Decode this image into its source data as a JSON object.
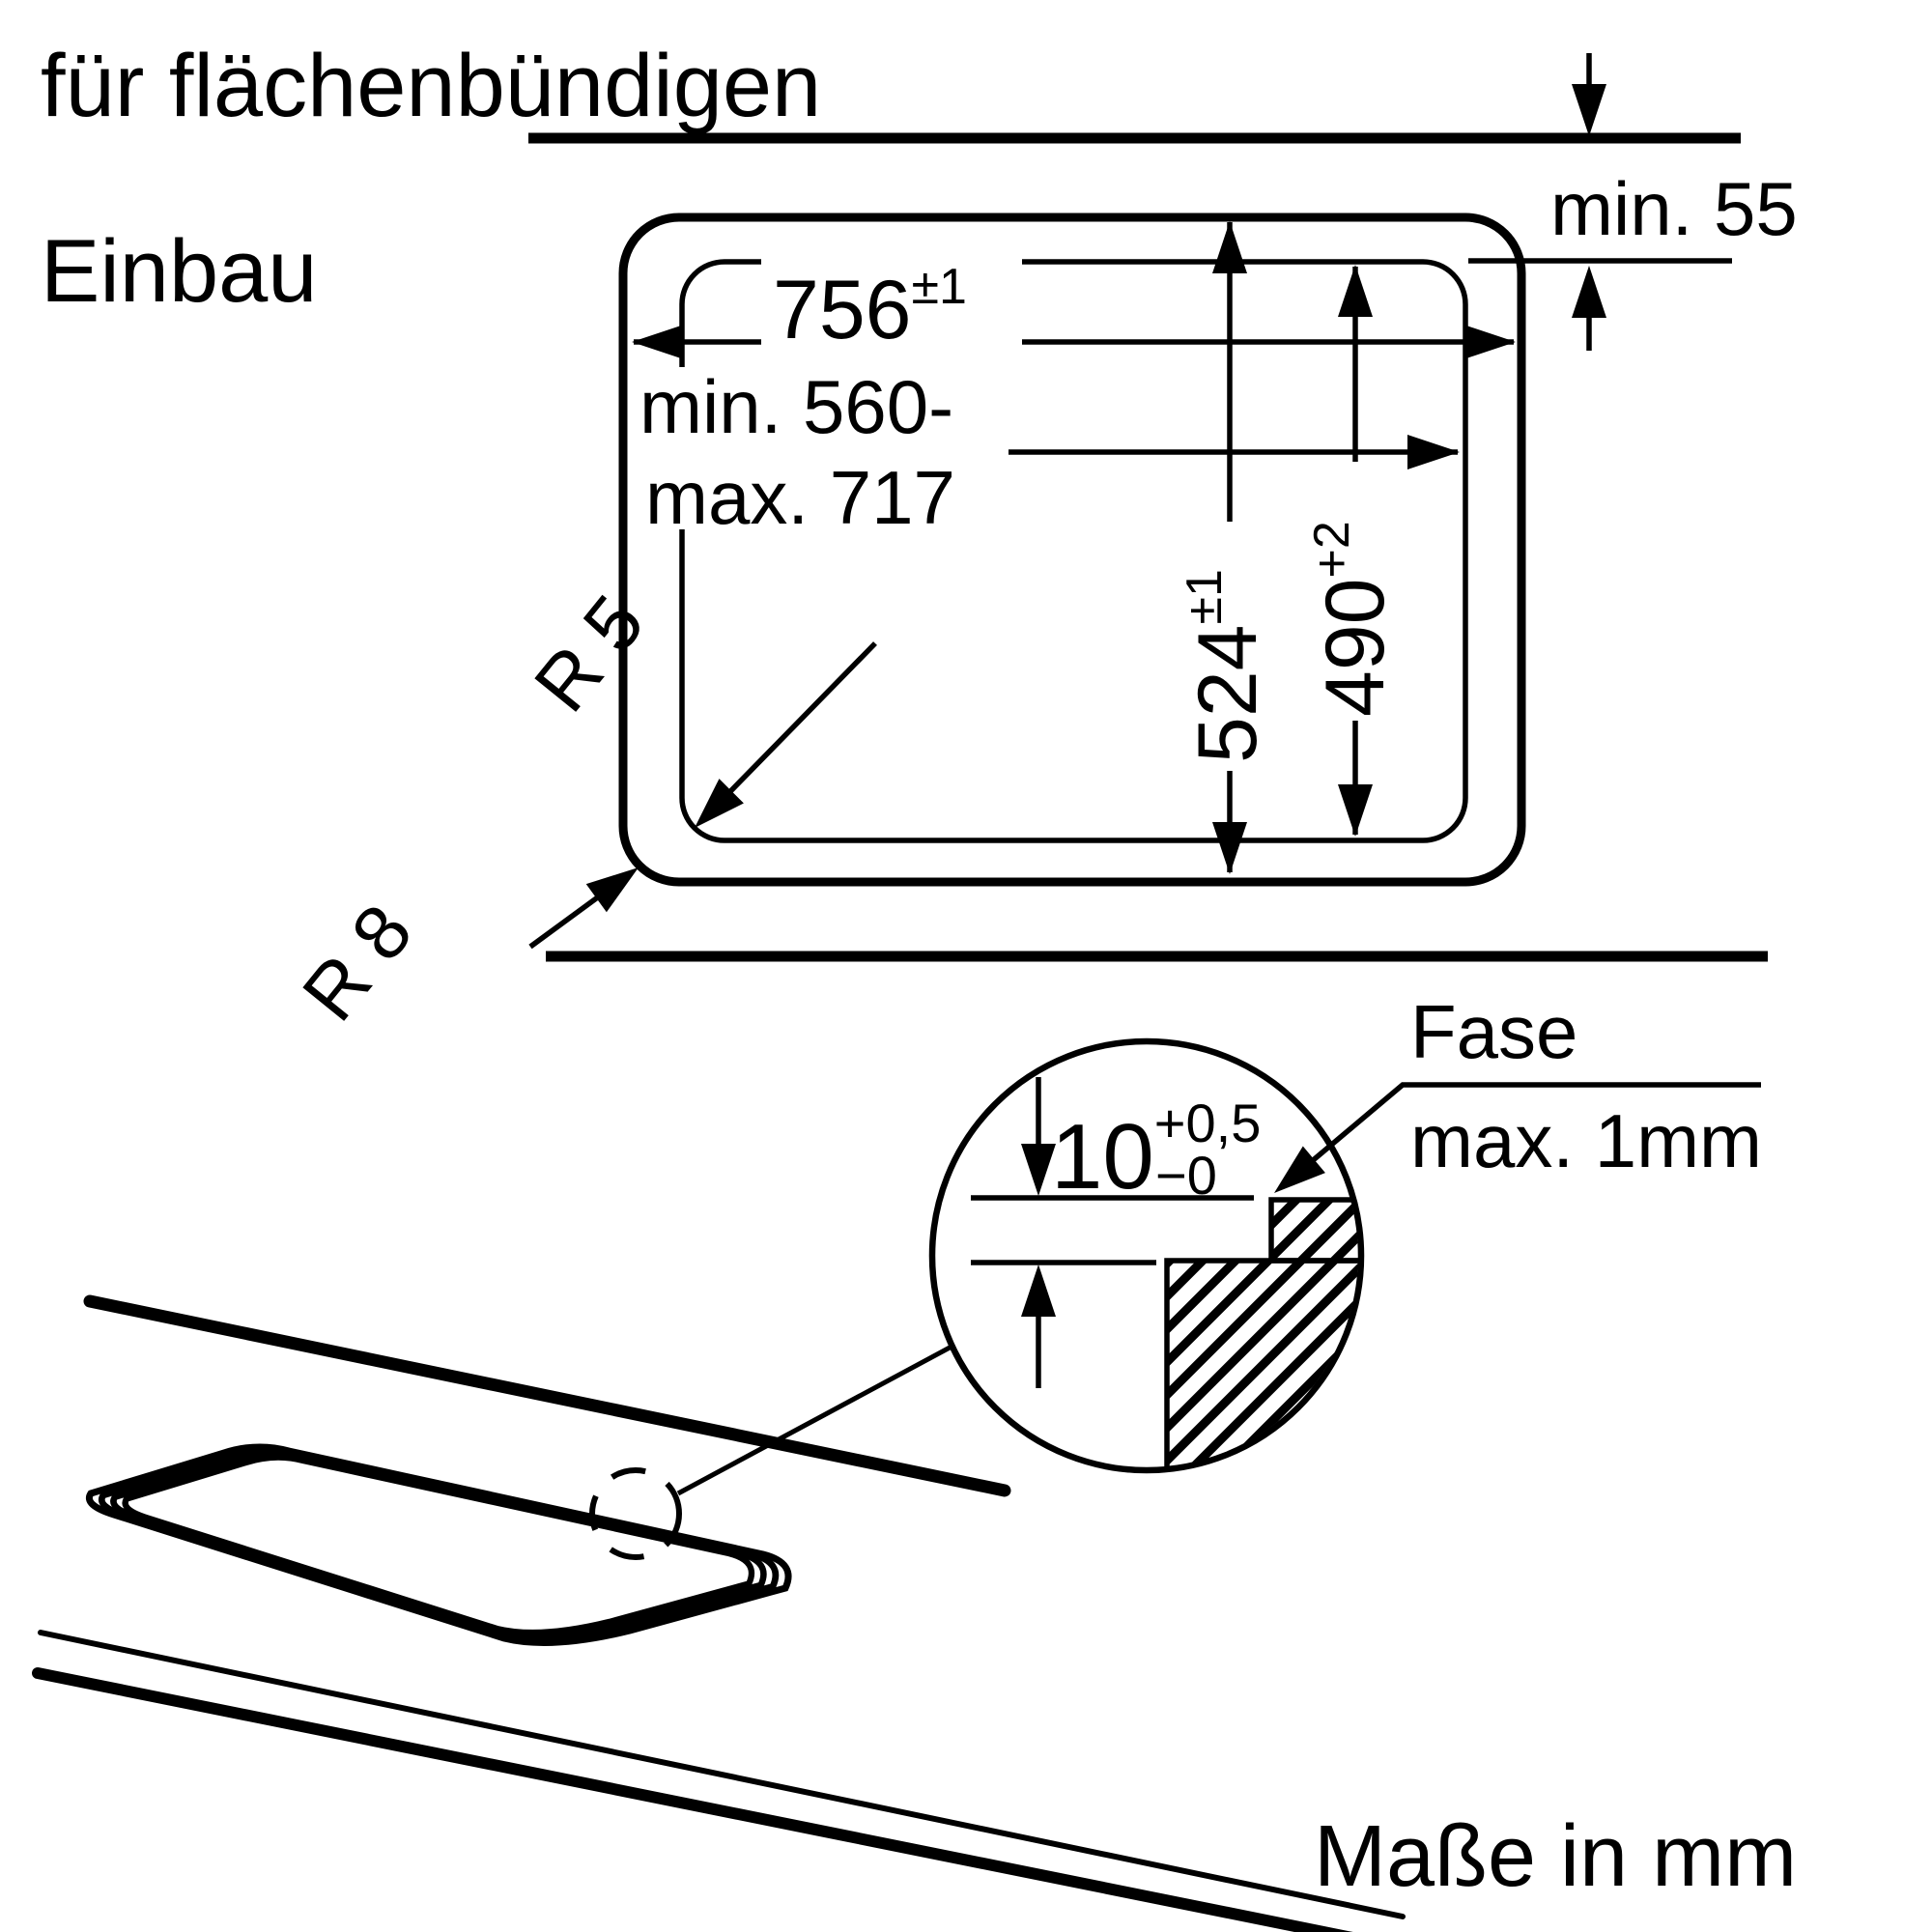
{
  "title": {
    "line1": "für flächenbündigen",
    "line2": "Einbau"
  },
  "plan_view": {
    "cutout_width": {
      "value": "756",
      "tolerance": "±1"
    },
    "cabinet_width": {
      "line1": "min. 560-",
      "line2": "max. 717"
    },
    "cutout_depth": {
      "value": "524",
      "tolerance": "±1"
    },
    "inner_depth": {
      "value": "490",
      "tolerance": "+2"
    },
    "rear_clearance": "min. 55",
    "corner_radius_inner": "R 5",
    "corner_radius_outer": "R 8"
  },
  "detail_view": {
    "recess_depth": {
      "value": "10",
      "tolerance_plus": "+0,5",
      "tolerance_minus": "−0"
    },
    "chamfer": {
      "line1": "Fase",
      "line2": "max. 1mm"
    }
  },
  "footer": {
    "units_note": "Maße in mm"
  },
  "colors": {
    "ink": "#000000",
    "background": "#ffffff"
  }
}
